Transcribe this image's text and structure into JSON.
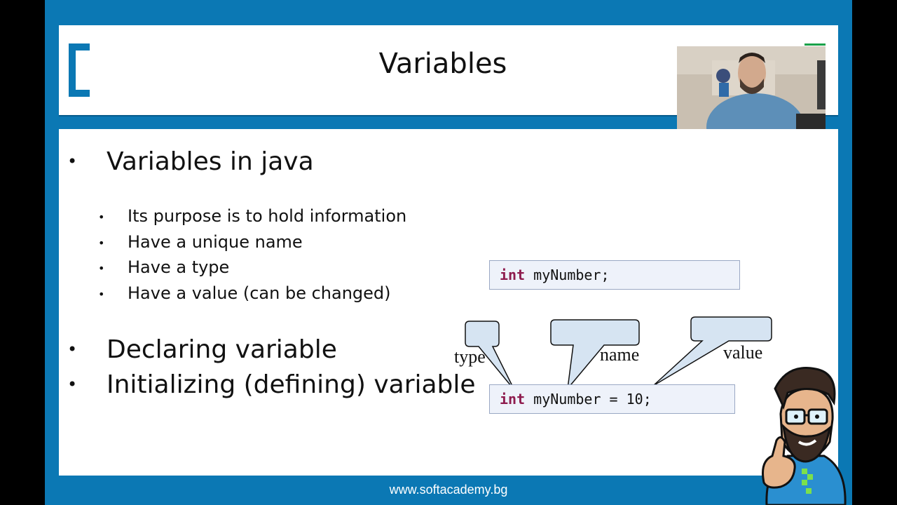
{
  "slide": {
    "title": "Variables",
    "bullets_main": [
      "Variables in java",
      "Declaring variable",
      "Initializing (defining) variable"
    ],
    "sub_bullets": [
      "Its purpose is to hold information",
      "Have a unique name",
      "Have a type",
      "Have a value (can be changed)"
    ],
    "bullet_glyph": "•",
    "code": {
      "declaration": {
        "keyword": "int",
        "rest": " myNumber;"
      },
      "initialization": {
        "keyword": "int",
        "rest": " myNumber = 10;"
      }
    },
    "callouts": {
      "type": "type",
      "name": "name",
      "value": "value"
    }
  },
  "footer": {
    "url": "www.softacademy.bg"
  },
  "colors": {
    "frame_blue": "#0b78b4",
    "keyword": "#8e1b4e",
    "code_bg": "#eef2fa"
  },
  "icons": [
    "bracket-logo-icon",
    "mascot-illustration",
    "webcam-feed"
  ]
}
